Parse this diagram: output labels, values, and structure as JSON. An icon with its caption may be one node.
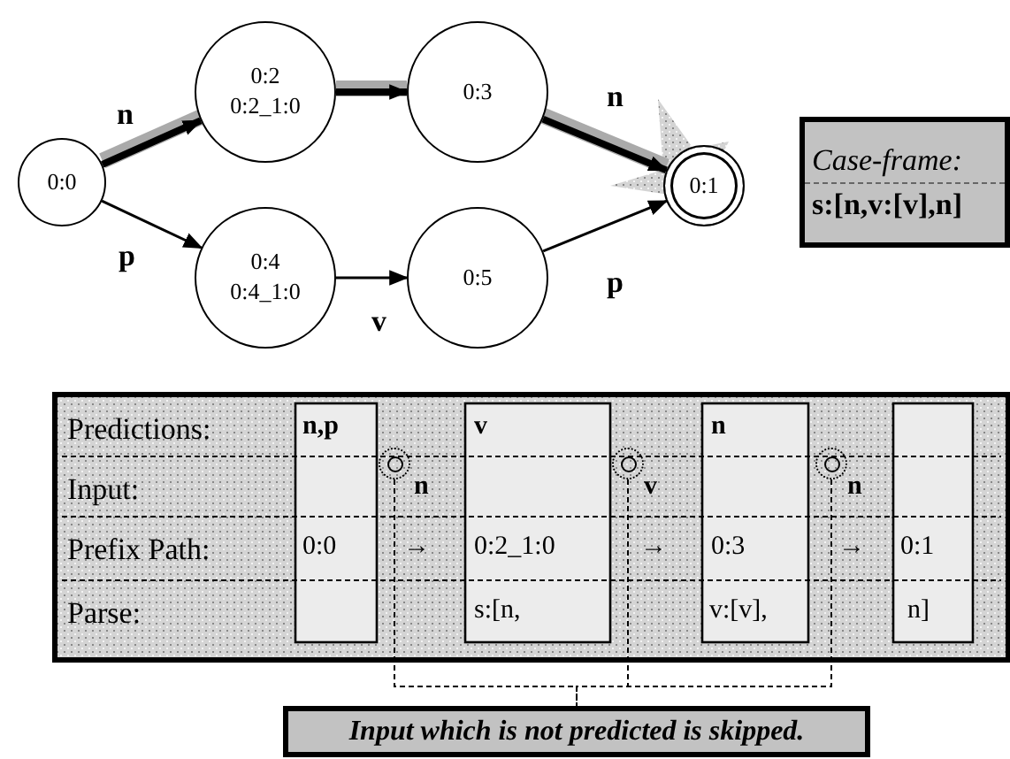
{
  "diagram": {
    "nodes": [
      {
        "text": [
          "0:0"
        ]
      },
      {
        "text": [
          "0:2",
          "0:2_1:0"
        ]
      },
      {
        "text": [
          "0:3"
        ]
      },
      {
        "text": [
          "0:1"
        ]
      },
      {
        "text": [
          "0:4",
          "0:4_1:0"
        ]
      },
      {
        "text": [
          "0:5"
        ]
      },
      {
        "text": [
          "Case-frame:",
          "s:[n,v:[v],n]"
        ]
      },
      {
        "text": [],
        "shape": "circle"
      },
      {
        "text": [],
        "shape": "circle"
      },
      {
        "text": [],
        "shape": "circle"
      },
      {
        "text": [
          "Input which is not predicted is skipped."
        ]
      }
    ],
    "edges": [
      {
        "from": 0,
        "to": 1,
        "arrow": "to",
        "label": "n",
        "style": "thick"
      },
      {
        "from": 1,
        "to": 2,
        "arrow": "to",
        "style": "thick"
      },
      {
        "from": 2,
        "to": 3,
        "arrow": "to",
        "label": "n",
        "style": "thick"
      },
      {
        "from": 0,
        "to": 4,
        "arrow": "to",
        "label": "p"
      },
      {
        "from": 4,
        "to": 5,
        "arrow": "to",
        "label": "v"
      },
      {
        "from": 5,
        "to": 3,
        "arrow": "to",
        "label": "p"
      },
      {
        "from": 7,
        "to": 10,
        "arrow": "none",
        "style": "dashed"
      },
      {
        "from": 8,
        "to": 10,
        "arrow": "none",
        "style": "dashed"
      },
      {
        "from": 9,
        "to": 10,
        "arrow": "none",
        "style": "dashed"
      }
    ],
    "labels": [
      "Predictions:",
      "n,p",
      "v",
      "n",
      "Input:",
      "n",
      "v",
      "n",
      "Prefix Path:",
      "0:0",
      "→",
      "0:2_1:0",
      "→",
      "0:3",
      "→",
      "0:1",
      "Parse:",
      "s:[n,",
      "v:[v],",
      "n]"
    ]
  }
}
